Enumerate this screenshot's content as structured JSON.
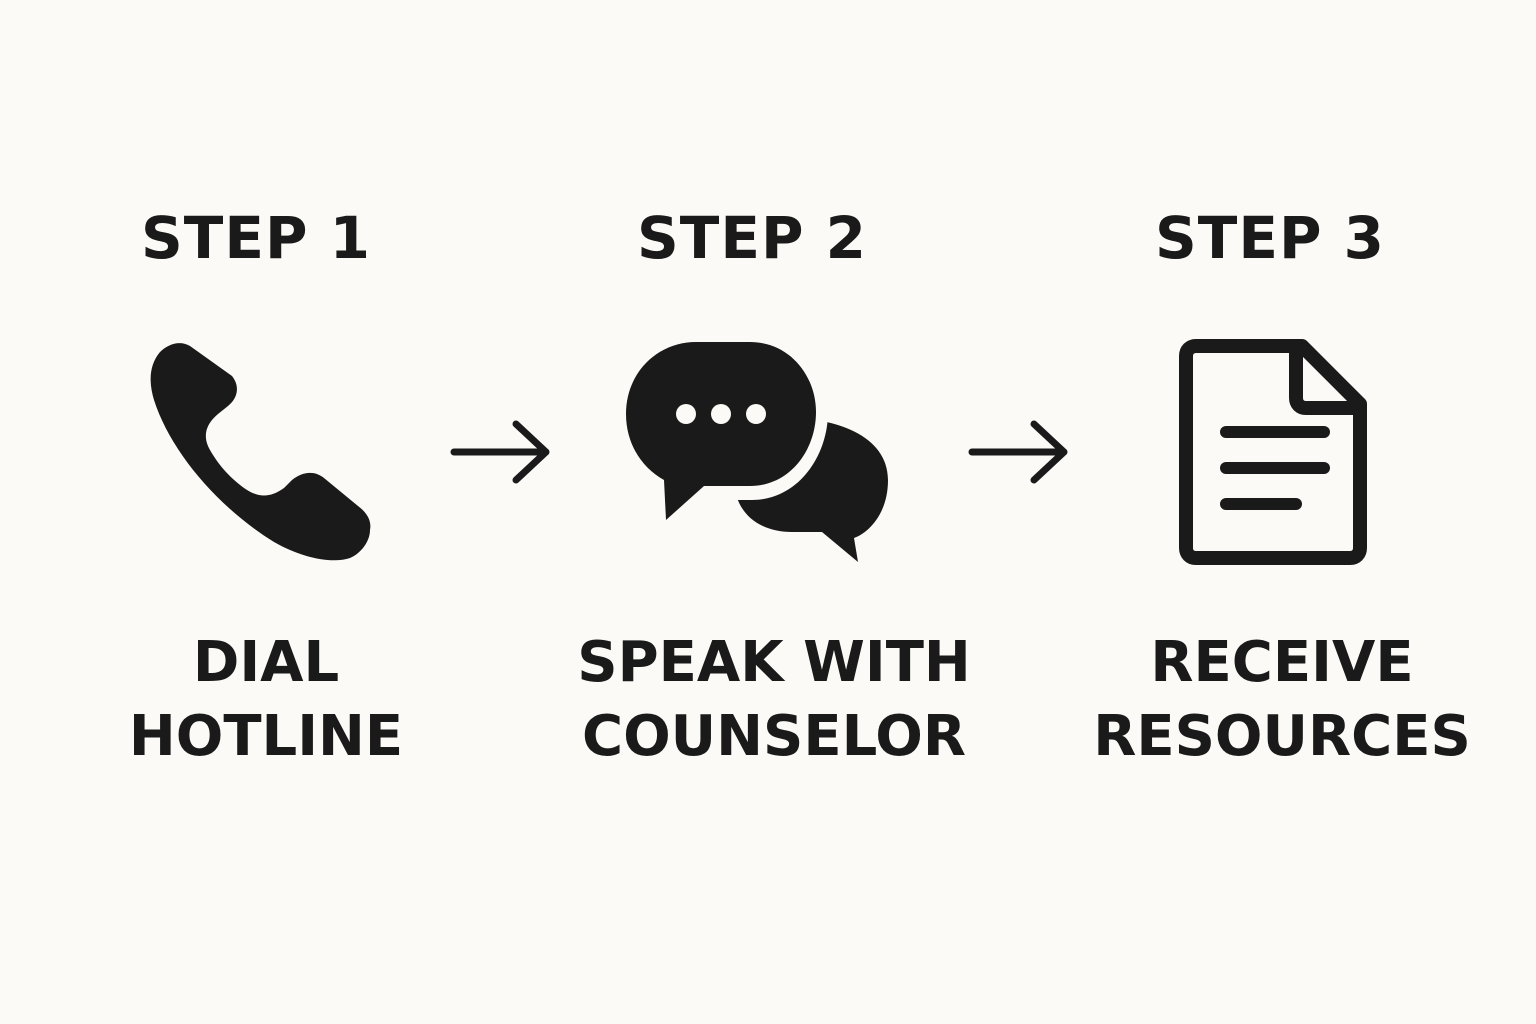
{
  "colors": {
    "background": "#fbfaf6",
    "ink": "#1a1a1a"
  },
  "steps": [
    {
      "title": "STEP 1",
      "label_line1": "DIAL",
      "label_line2": "HOTLINE",
      "icon": "phone-icon"
    },
    {
      "title": "STEP 2",
      "label_line1": "SPEAK WITH",
      "label_line2": "COUNSELOR",
      "icon": "chat-bubbles-icon"
    },
    {
      "title": "STEP 3",
      "label_line1": "RECEIVE",
      "label_line2": "RESOURCES",
      "icon": "document-icon"
    }
  ],
  "connectors": [
    {
      "icon": "arrow-right-icon"
    },
    {
      "icon": "arrow-right-icon"
    }
  ]
}
